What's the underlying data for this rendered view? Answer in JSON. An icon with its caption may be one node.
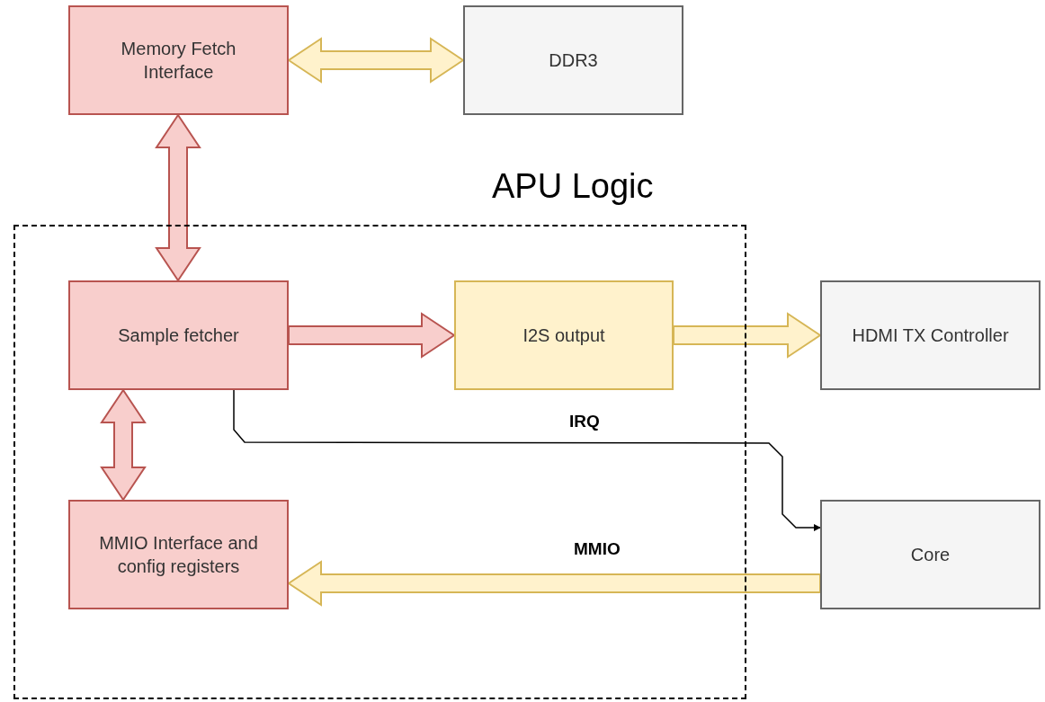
{
  "diagram": {
    "nodes": [
      {
        "text": [
          "Memory Fetch Interface"
        ]
      },
      {
        "text": [
          "DDR3"
        ]
      },
      {
        "text": [
          "APU Logic"
        ]
      },
      {
        "text": [
          "Sample fetcher"
        ],
        "in": 2
      },
      {
        "text": [
          "I2S output"
        ],
        "in": 2
      },
      {
        "text": [
          "HDMI TX Controller"
        ]
      },
      {
        "text": [
          "MMIO Interface and config registers"
        ],
        "in": 2
      },
      {
        "text": [
          "Core"
        ]
      }
    ],
    "edges": [
      {
        "from": 0,
        "to": 1,
        "arrow": "both",
        "style": "thick",
        "color": "#d6b656"
      },
      {
        "from": 0,
        "to": 3,
        "arrow": "both",
        "style": "thick",
        "color": "#b85450"
      },
      {
        "from": 3,
        "to": 4,
        "arrow": "to",
        "style": "thick",
        "color": "#b85450"
      },
      {
        "from": 4,
        "to": 5,
        "arrow": "to",
        "style": "thick",
        "color": "#d6b656"
      },
      {
        "from": 3,
        "to": 6,
        "arrow": "both",
        "style": "thick",
        "color": "#b85450"
      },
      {
        "from": 3,
        "to": 7,
        "arrow": "to",
        "label": "IRQ",
        "color": "#000000"
      },
      {
        "from": 7,
        "to": 6,
        "arrow": "to",
        "label": "MMIO",
        "style": "thick",
        "color": "#d6b656"
      }
    ]
  }
}
